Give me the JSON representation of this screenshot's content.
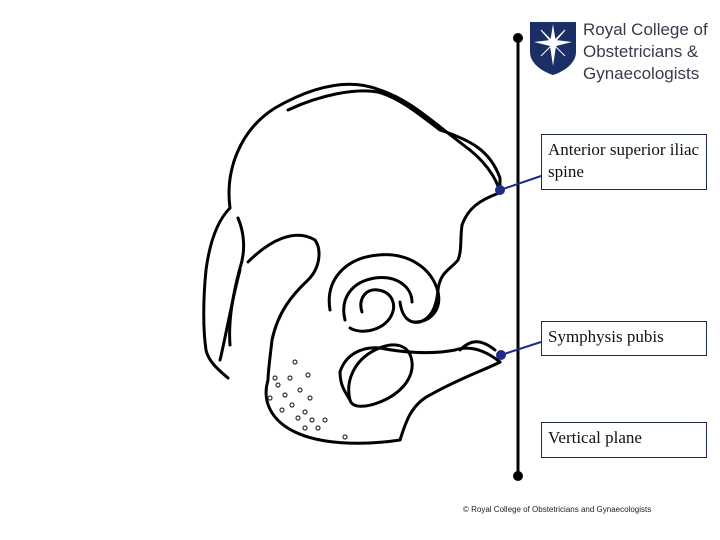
{
  "logo": {
    "org_name": "Royal College of\nObstetricians &\nGynaecologists",
    "shield_color": "#1c2e66",
    "icon": "star-shield-icon"
  },
  "labels": {
    "asis": "Anterior superior iliac spine",
    "pubis": "Symphysis pubis",
    "vertical": "Vertical plane"
  },
  "copyright": "© Royal College of Obstetricians and Gynaecologists",
  "colors": {
    "line": "#000000",
    "pointer": "#1f2a8a",
    "box_border": "#1f2a5a"
  }
}
